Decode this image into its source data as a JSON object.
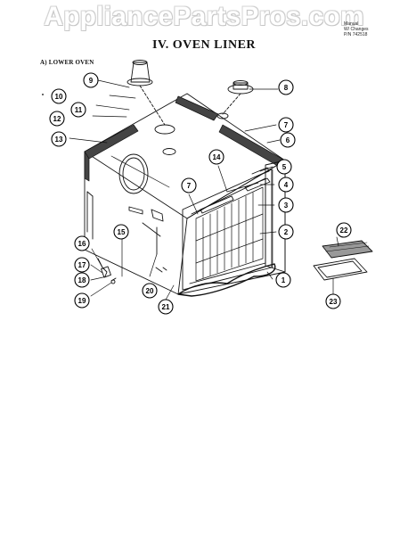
{
  "watermark": "AppliancePartsPros.com",
  "title": "IV. OVEN LINER",
  "subtitle": "A) LOWER OVEN",
  "meta_lines": [
    "Manual",
    "W/ Changes",
    "P/N 742518"
  ],
  "callouts": [
    {
      "id": "callout-1",
      "number": "1"
    },
    {
      "id": "callout-2",
      "number": "2"
    },
    {
      "id": "callout-3",
      "number": "3"
    },
    {
      "id": "callout-4",
      "number": "4"
    },
    {
      "id": "callout-5",
      "number": "5"
    },
    {
      "id": "callout-6",
      "number": "6"
    },
    {
      "id": "callout-7a",
      "number": "7"
    },
    {
      "id": "callout-7b",
      "number": "7"
    },
    {
      "id": "callout-8",
      "number": "8"
    },
    {
      "id": "callout-9",
      "number": "9"
    },
    {
      "id": "callout-10",
      "number": "10"
    },
    {
      "id": "callout-11",
      "number": "11"
    },
    {
      "id": "callout-12",
      "number": "12"
    },
    {
      "id": "callout-13",
      "number": "13"
    },
    {
      "id": "callout-14",
      "number": "14"
    },
    {
      "id": "callout-15",
      "number": "15"
    },
    {
      "id": "callout-16",
      "number": "16"
    },
    {
      "id": "callout-17",
      "number": "17"
    },
    {
      "id": "callout-18",
      "number": "18"
    },
    {
      "id": "callout-19",
      "number": "19"
    },
    {
      "id": "callout-20",
      "number": "20"
    },
    {
      "id": "callout-21",
      "number": "21"
    },
    {
      "id": "callout-22",
      "number": "22"
    },
    {
      "id": "callout-23",
      "number": "23"
    }
  ]
}
